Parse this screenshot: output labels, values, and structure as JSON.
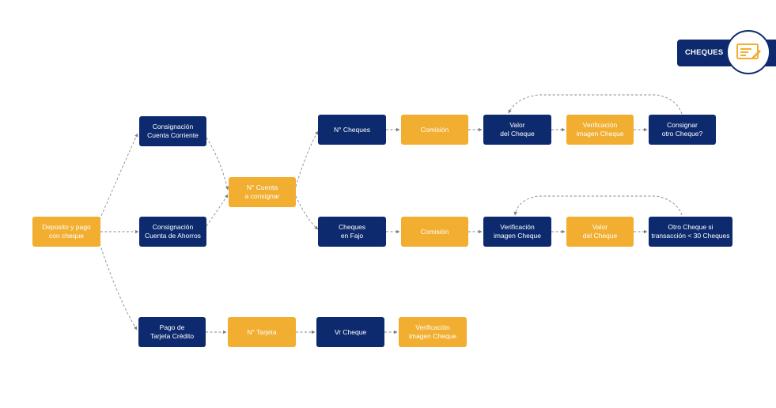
{
  "badge": {
    "label": "CHEQUES",
    "icon": "check-document-icon"
  },
  "colors": {
    "navy": "#0d2a6e",
    "gold": "#f1ae31",
    "connector": "#8a8a8a"
  },
  "nodes": {
    "deposito": "Deposito y pago\ncon cheque",
    "consig_corriente": "Consignación\nCuenta Corriente",
    "consig_ahorros": "Consignación\nCuenta de Ahorros",
    "pago_tarjeta": "Pago de\nTarjeta Crédito",
    "num_cuenta": "N° Cuenta\na consignar",
    "num_tarjeta": "N° Tarjeta",
    "num_cheques": "N° Cheques",
    "cheques_fajo": "Cheques\nen Fajo",
    "vr_cheque": "Vr Cheque",
    "comision_1": "Comisión",
    "comision_2": "Comisión",
    "verif_tarjeta": "Verificación\nimagen Cheque",
    "valor_cheque_1": "Valor\ndel Cheque",
    "verif_1": "Verificación\nimagen Cheque",
    "verif_2": "Verificación\nimagen Cheque",
    "valor_cheque_2": "Valor\ndel Cheque",
    "consignar_otro": "Consignar\notro Cheque?",
    "otro_cheque": "Otro Cheque si\ntransacción < 30 Cheques"
  }
}
